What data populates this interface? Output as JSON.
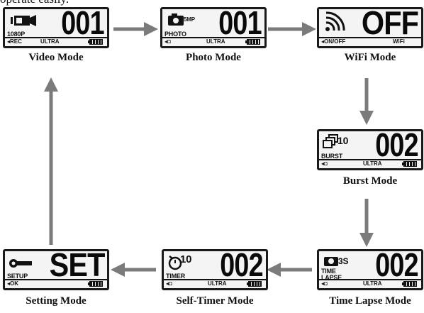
{
  "header": {
    "caption": "operate easily."
  },
  "colors": {
    "arrow": "#7b7b7b",
    "lcd_bg": "#f4f4f4",
    "lcd_ink": "#111111"
  },
  "modes": {
    "video": {
      "label": "Video Mode",
      "value": "001",
      "sub": "1080P",
      "bar": [
        "REC",
        "ULTRA"
      ],
      "icon": "video-camera-icon"
    },
    "photo": {
      "label": "Photo Mode",
      "value": "001",
      "sub_top": "5MP",
      "sub": "PHOTO",
      "bar": [
        "",
        "ULTRA"
      ],
      "icon": "camera-icon"
    },
    "wifi": {
      "label": "WiFi Mode",
      "value": "OFF",
      "bar": [
        "ON/OFF",
        "WiFi"
      ],
      "icon": "wifi-signal-icon"
    },
    "burst": {
      "label": "Burst Mode",
      "value": "002",
      "sub_top": "10",
      "sub": "BURST",
      "bar": [
        "",
        "ULTRA"
      ],
      "icon": "burst-frames-icon"
    },
    "timelapse": {
      "label": "Time Lapse Mode",
      "value": "002",
      "sub_top": "3S",
      "sub": "TIME",
      "sub2": "LAPSE",
      "bar": [
        "",
        "ULTRA"
      ],
      "icon": "timelapse-camera-icon"
    },
    "selftimer": {
      "label": "Self-Timer Mode",
      "value": "002",
      "sub_top": "10",
      "sub": "TIMER",
      "bar": [
        "",
        "ULTRA"
      ],
      "icon": "stopwatch-icon"
    },
    "setting": {
      "label": "Setting Mode",
      "value": "SET",
      "sub": "SETUP",
      "bar": [
        "OK",
        ""
      ],
      "icon": "wrench-icon"
    }
  }
}
